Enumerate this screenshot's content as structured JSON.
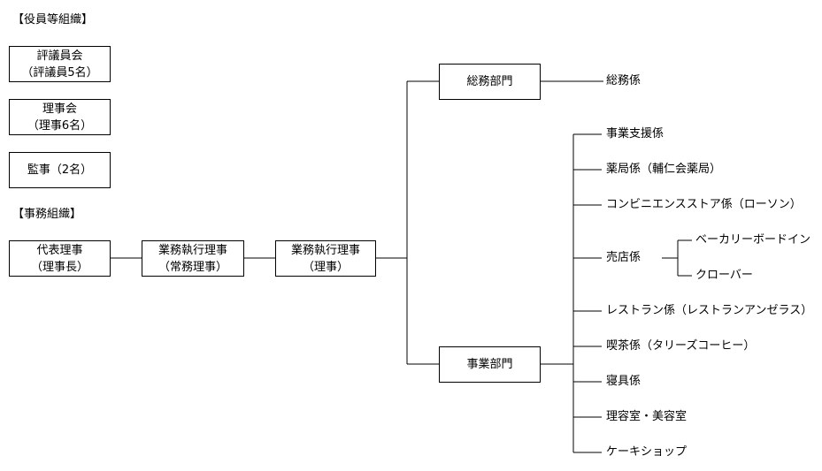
{
  "sections": {
    "officers": "【役員等組織】",
    "office": "【事務組織】"
  },
  "officers": {
    "council": {
      "line1": "評議員会",
      "line2": "（評議員5名）"
    },
    "board": {
      "line1": "理事会",
      "line2": "（理事6名）"
    },
    "auditors": {
      "line1": "監事（2名）"
    }
  },
  "chain": {
    "representative": {
      "line1": "代表理事",
      "line2": "（理事長）"
    },
    "executive_standing": {
      "line1": "業務執行理事",
      "line2": "（常務理事）"
    },
    "executive": {
      "line1": "業務執行理事",
      "line2": "（理事）"
    }
  },
  "departments": {
    "general": "総務部門",
    "business": "事業部門"
  },
  "general_sections": [
    "総務係"
  ],
  "business_sections": [
    "事業支援係",
    "薬局係（輔仁会薬局）",
    "コンビニエンスストア係（ローソン）",
    "売店係",
    "レストラン係（レストランアンゼラス）",
    "喫茶係（タリーズコーヒー）",
    "寝具係",
    "理容室・美容室",
    "ケーキショップ"
  ],
  "shop_subsections": [
    "ベーカリーボードイン",
    "クローバー"
  ]
}
